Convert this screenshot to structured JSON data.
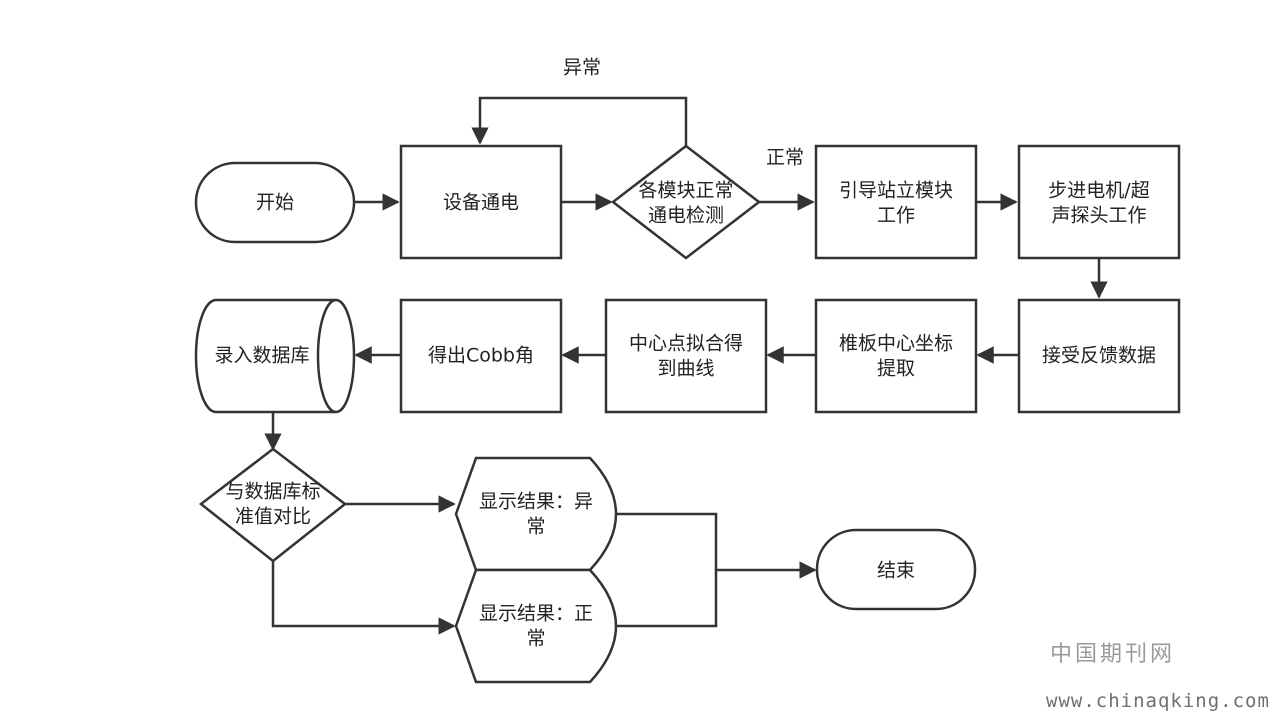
{
  "nodes": [
    {
      "id": "start",
      "shape": "terminal",
      "lines": [
        "开始"
      ]
    },
    {
      "id": "power_on",
      "shape": "process",
      "lines": [
        "设备通电"
      ]
    },
    {
      "id": "module_check",
      "shape": "decision",
      "lines": [
        "各模块正常",
        "通电检测"
      ]
    },
    {
      "id": "guide_station",
      "shape": "process",
      "lines": [
        "引导站立模块",
        "工作"
      ]
    },
    {
      "id": "motor_probe",
      "shape": "process",
      "lines": [
        "步进电机/超",
        "声探头工作"
      ]
    },
    {
      "id": "receive_feedback",
      "shape": "process",
      "lines": [
        "接受反馈数据"
      ]
    },
    {
      "id": "vertebra_center",
      "shape": "process",
      "lines": [
        "椎板中心坐标",
        "提取"
      ]
    },
    {
      "id": "curve_fit",
      "shape": "process",
      "lines": [
        "中心点拟合得",
        "到曲线"
      ]
    },
    {
      "id": "cobb_angle",
      "shape": "process",
      "lines": [
        "得出Cobb角"
      ]
    },
    {
      "id": "database",
      "shape": "storage",
      "lines": [
        "录入数据库"
      ]
    },
    {
      "id": "compare",
      "shape": "decision",
      "lines": [
        "与数据库标",
        "准值对比"
      ]
    },
    {
      "id": "result_abnormal",
      "shape": "display",
      "lines": [
        "显示结果：异",
        "常"
      ]
    },
    {
      "id": "result_normal",
      "shape": "display",
      "lines": [
        "显示结果：正",
        "常"
      ]
    },
    {
      "id": "end",
      "shape": "terminal",
      "lines": [
        "结束"
      ]
    }
  ],
  "edges": [
    {
      "from": "start",
      "to": "power_on",
      "label": ""
    },
    {
      "from": "power_on",
      "to": "module_check",
      "label": ""
    },
    {
      "from": "module_check",
      "to": "power_on",
      "label": "异常"
    },
    {
      "from": "module_check",
      "to": "guide_station",
      "label": "正常"
    },
    {
      "from": "guide_station",
      "to": "motor_probe",
      "label": ""
    },
    {
      "from": "motor_probe",
      "to": "receive_feedback",
      "label": ""
    },
    {
      "from": "receive_feedback",
      "to": "vertebra_center",
      "label": ""
    },
    {
      "from": "vertebra_center",
      "to": "curve_fit",
      "label": ""
    },
    {
      "from": "curve_fit",
      "to": "cobb_angle",
      "label": ""
    },
    {
      "from": "cobb_angle",
      "to": "database",
      "label": ""
    },
    {
      "from": "database",
      "to": "compare",
      "label": ""
    },
    {
      "from": "compare",
      "to": "result_abnormal",
      "label": ""
    },
    {
      "from": "compare",
      "to": "result_normal",
      "label": ""
    },
    {
      "from": "result_abnormal",
      "to": "end",
      "label": ""
    },
    {
      "from": "result_normal",
      "to": "end",
      "label": ""
    }
  ],
  "watermark": {
    "name": "中国期刊网",
    "url": "www.chinaqking.com"
  },
  "colors": {
    "stroke": "#333333",
    "fill": "#ffffff",
    "text": "#222222"
  }
}
